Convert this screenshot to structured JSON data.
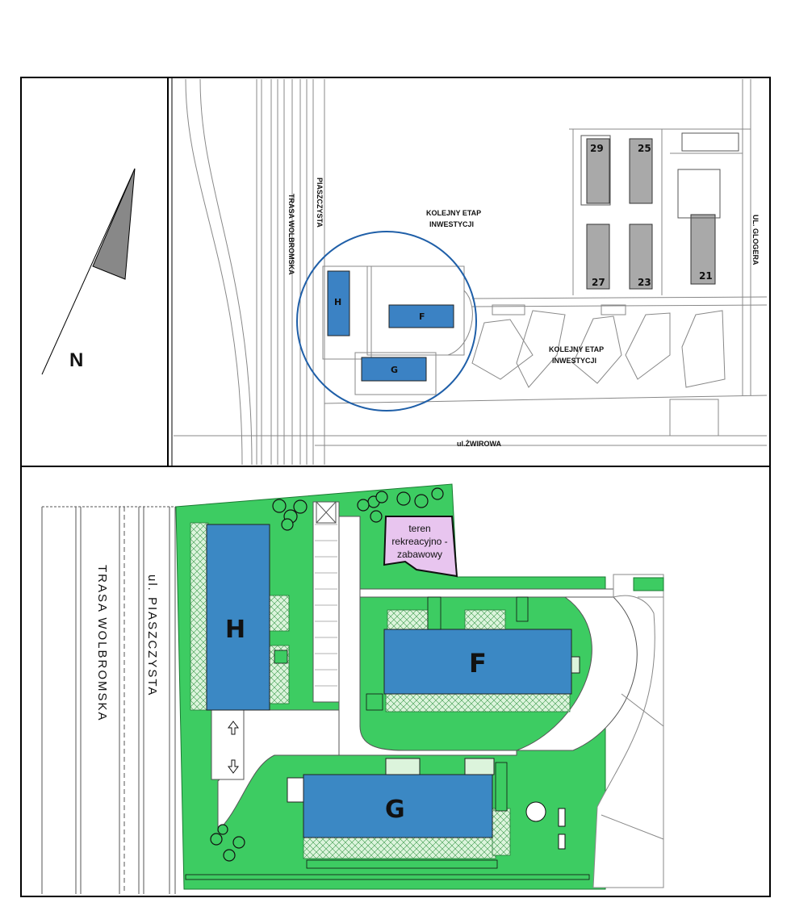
{
  "compass": {
    "north_label": "N"
  },
  "top_map": {
    "road_labels": {
      "trasa_wolbromska": "TRASA WOLBROMSKA",
      "piaszczysta": "PIASZCZYSTA",
      "glogera": "UL. GLOGERA",
      "zwirowa": "ul.ŻWIROWA"
    },
    "next_stage_label_1": [
      "KOLEJNY ETAP",
      "INWESTYCJI"
    ],
    "next_stage_label_2": [
      "KOLEJNY ETAP",
      "INWESTYCJI"
    ],
    "buildings_current": [
      "H",
      "F",
      "G"
    ],
    "buildings_existing": [
      "29",
      "25",
      "27",
      "23",
      "21"
    ],
    "colors": {
      "current": "#3b82c4",
      "existing": "#a9a9a9",
      "circle": "#1f5fa8"
    }
  },
  "bottom_map": {
    "road_labels": {
      "trasa_wolbromska": "TRASA WOLBROMSKA",
      "piaszczysta": "ul. PIASZCZYSTA"
    },
    "buildings": [
      "H",
      "F",
      "G"
    ],
    "recreation_area": [
      "teren",
      "rekreacyjno -",
      "zabawowy"
    ],
    "colors": {
      "green": "#3dcc62",
      "building": "#3b88c4",
      "recreation": "#e8c5ef",
      "terrace": "#d6f2d6"
    }
  }
}
